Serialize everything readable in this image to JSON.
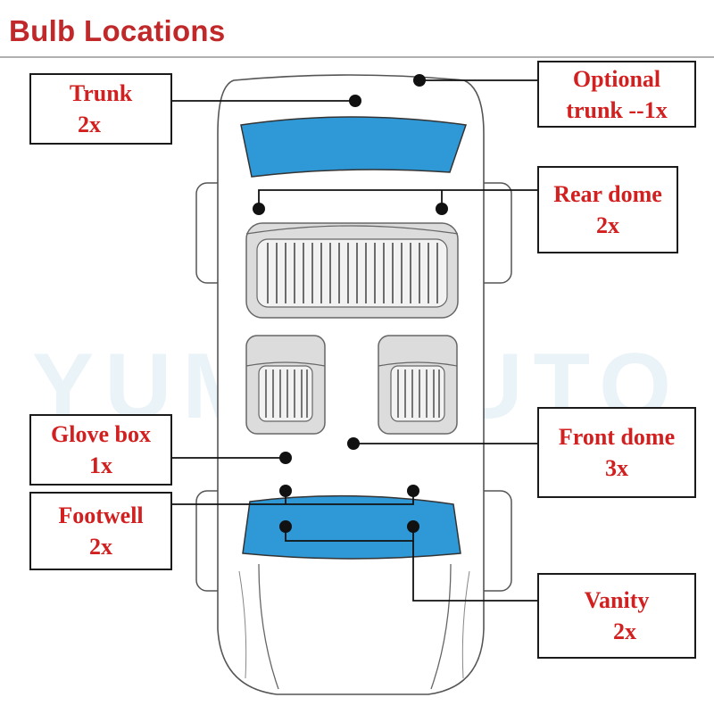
{
  "title": "Bulb Locations",
  "watermark": "YUMA AUTO",
  "colors": {
    "title": "#c0282a",
    "label": "#d21f1f",
    "glass": "#2f98d6",
    "seat": "#dcdcdc",
    "outline": "#222222"
  },
  "labels": {
    "trunk": {
      "name": "Trunk",
      "count": "2x"
    },
    "optional_trunk": {
      "name": "Optional",
      "count": "trunk --1x"
    },
    "rear_dome": {
      "name": "Rear dome",
      "count": "2x"
    },
    "glove_box": {
      "name": "Glove box",
      "count": "1x"
    },
    "front_dome": {
      "name": "Front dome",
      "count": "3x"
    },
    "footwell": {
      "name": "Footwell",
      "count": "2x"
    },
    "vanity": {
      "name": "Vanity",
      "count": "2x"
    }
  }
}
